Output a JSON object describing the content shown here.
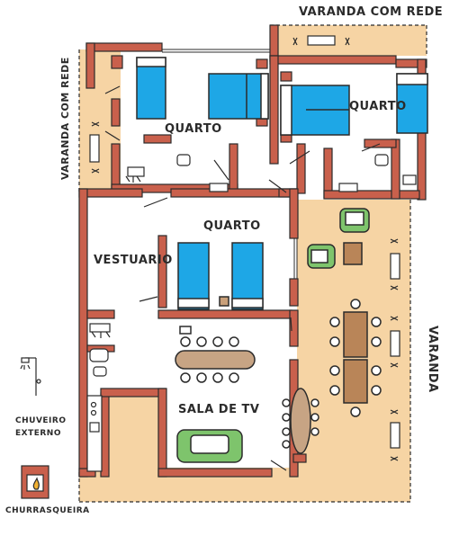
{
  "labels": {
    "varanda_com_rede_top": "VARANDA COM REDE",
    "varanda_com_rede_left": "VARANDA COM REDE",
    "quarto_1": "QUARTO",
    "quarto_2": "QUARTO",
    "quarto_3": "QUARTO",
    "vestuario": "VESTUARIO",
    "sala_de_tv": "SALA DE TV",
    "varanda": "VARANDA",
    "chuveiro_externo_line1": "CHUVEIRO",
    "chuveiro_externo_line2": "EXTERNO",
    "churrasqueira": "CHURRASQUEIRA"
  },
  "colors": {
    "wall": "#c9604c",
    "veranda": "#f6d4a4",
    "bed_blue": "#1ea7e6",
    "sofa_green": "#7ec46c",
    "furniture_brown": "#b98558",
    "table_tan": "#c7a484",
    "outline": "#2b2b2b"
  }
}
